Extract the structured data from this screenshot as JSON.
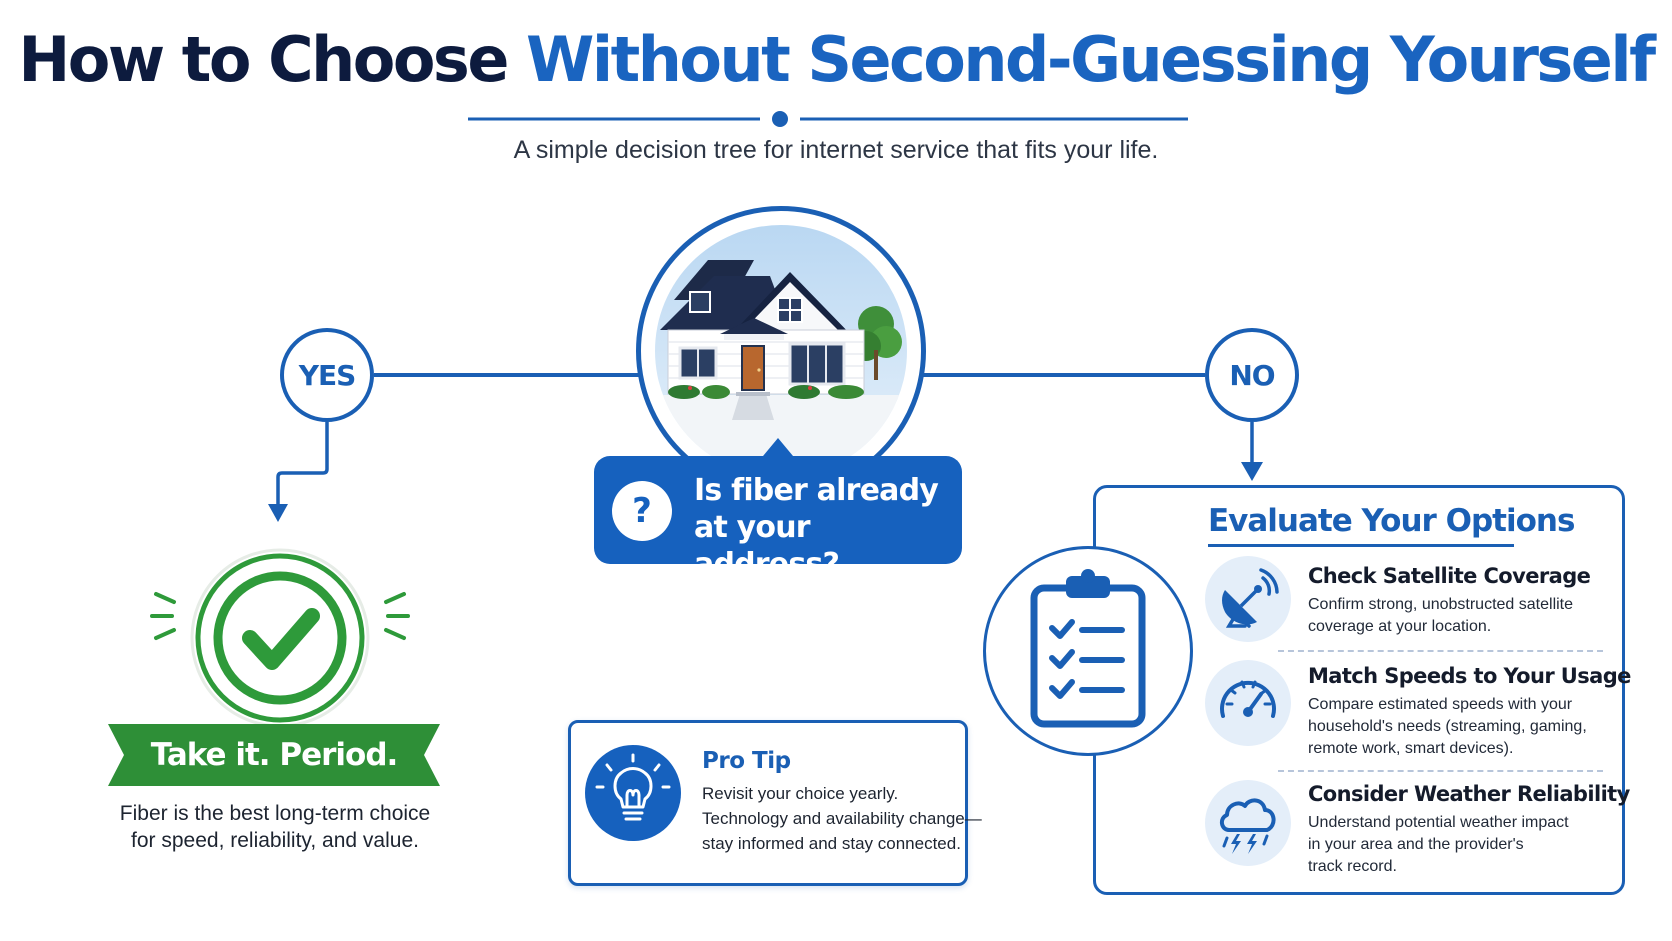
{
  "header": {
    "title_part1": "How to Choose",
    "title_part2": "Without Second-Guessing Yourself",
    "subtitle": "A simple decision tree for internet service that fits your life."
  },
  "center": {
    "question_mark": "?",
    "question_line1": "Is fiber already",
    "question_line2": "at your address?",
    "icon": "house-icon"
  },
  "yes_branch": {
    "label": "YES",
    "result": "Take it. Period.",
    "desc_line1": "Fiber is the best long-term choice",
    "desc_line2": "for speed, reliability, and value.",
    "icon": "checkmark-icon"
  },
  "no_branch": {
    "label": "NO",
    "title": "Evaluate Your Options",
    "icon": "clipboard-checklist-icon",
    "items": [
      {
        "heading": "Check Satellite Coverage",
        "lines": [
          "Confirm strong, unobstructed satellite",
          "coverage at your location."
        ],
        "icon": "satellite-dish-icon"
      },
      {
        "heading": "Match Speeds to Your Usage",
        "lines": [
          "Compare estimated speeds with your",
          "household's needs (streaming, gaming,",
          "remote work, smart devices)."
        ],
        "icon": "speedometer-icon"
      },
      {
        "heading": "Consider Weather Reliability",
        "lines": [
          "Understand potential weather impact",
          "in your area and the provider's",
          "track record."
        ],
        "icon": "storm-cloud-icon"
      }
    ]
  },
  "pro_tip": {
    "title": "Pro Tip",
    "lines": [
      "Revisit your choice yearly.",
      "Technology and availability change—",
      "stay informed and stay connected."
    ],
    "icon": "lightbulb-icon"
  },
  "colors": {
    "primary_blue": "#1a5fb4",
    "dark_navy": "#0d1b3e",
    "success_green": "#2e9a3a"
  }
}
